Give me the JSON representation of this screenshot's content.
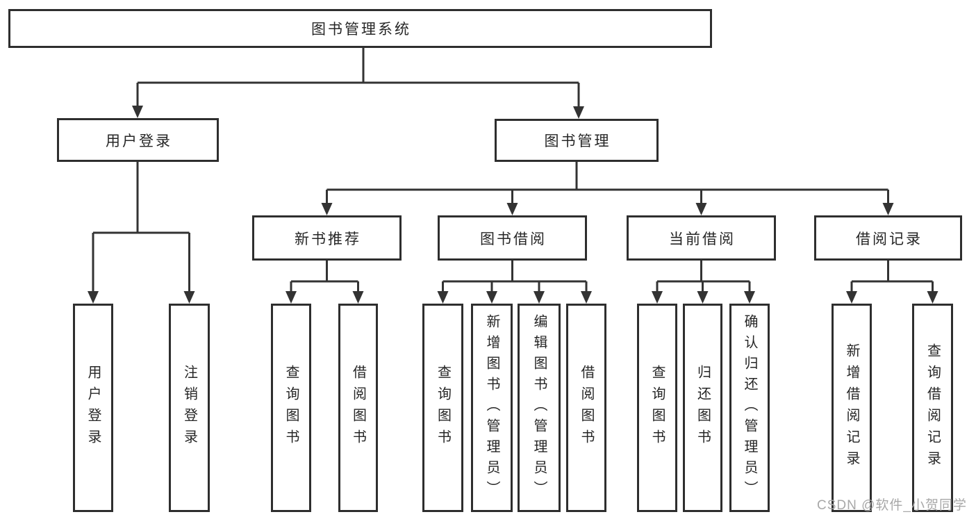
{
  "title": "图书管理系统",
  "tree": {
    "label": "图书管理系统",
    "children": [
      {
        "label": "用户登录",
        "children": [
          {
            "label": "用户登录"
          },
          {
            "label": "注销登录"
          }
        ]
      },
      {
        "label": "图书管理",
        "children": [
          {
            "label": "新书推荐",
            "children": [
              {
                "label": "查询图书"
              },
              {
                "label": "借阅图书"
              }
            ]
          },
          {
            "label": "图书借阅",
            "children": [
              {
                "label": "查询图书"
              },
              {
                "label": "新增图书（管理员）"
              },
              {
                "label": "编辑图书（管理员）"
              },
              {
                "label": "借阅图书"
              }
            ]
          },
          {
            "label": "当前借阅",
            "children": [
              {
                "label": "查询图书"
              },
              {
                "label": "归还图书"
              },
              {
                "label": "确认归还（管理员）"
              }
            ]
          },
          {
            "label": "借阅记录",
            "children": [
              {
                "label": "新增借阅记录"
              },
              {
                "label": "查询借阅记录"
              }
            ]
          }
        ]
      }
    ]
  },
  "watermark": {
    "text": "CSDN @软件_小贺同学"
  },
  "colors": {
    "line": "#333333",
    "box_border": "#2e2e2e",
    "text": "#262626",
    "watermark": "#a8a8a8",
    "background": "#ffffff"
  }
}
